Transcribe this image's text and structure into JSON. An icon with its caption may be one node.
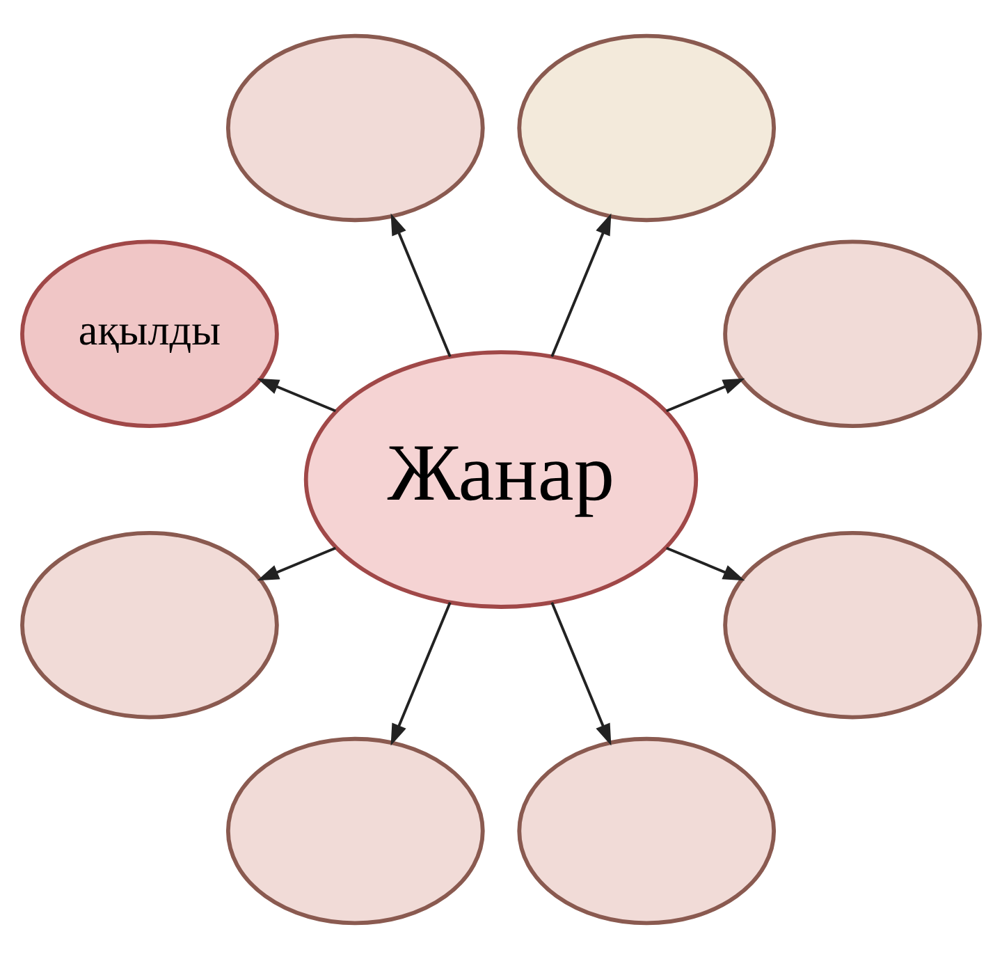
{
  "diagram": {
    "nodes": [
      {
        "text": [
          "Жанар"
        ]
      },
      {
        "text": [],
        "shape": "ellipse"
      },
      {
        "text": [],
        "shape": "ellipse"
      },
      {
        "text": [],
        "shape": "ellipse"
      },
      {
        "text": [
          "ақылды"
        ]
      },
      {
        "text": [],
        "shape": "ellipse"
      },
      {
        "text": [],
        "shape": "ellipse"
      },
      {
        "text": [],
        "shape": "ellipse"
      },
      {
        "text": [],
        "shape": "ellipse"
      }
    ],
    "edges": [
      {
        "from": 0,
        "to": 1,
        "arrow": "to"
      },
      {
        "from": 0,
        "to": 2,
        "arrow": "to"
      },
      {
        "from": 0,
        "to": 3,
        "arrow": "to"
      },
      {
        "from": 0,
        "to": 4,
        "arrow": "to"
      },
      {
        "from": 0,
        "to": 5,
        "arrow": "to"
      },
      {
        "from": 0,
        "to": 6,
        "arrow": "to"
      },
      {
        "from": 0,
        "to": 7,
        "arrow": "to"
      },
      {
        "from": 0,
        "to": 8,
        "arrow": "to"
      }
    ]
  }
}
